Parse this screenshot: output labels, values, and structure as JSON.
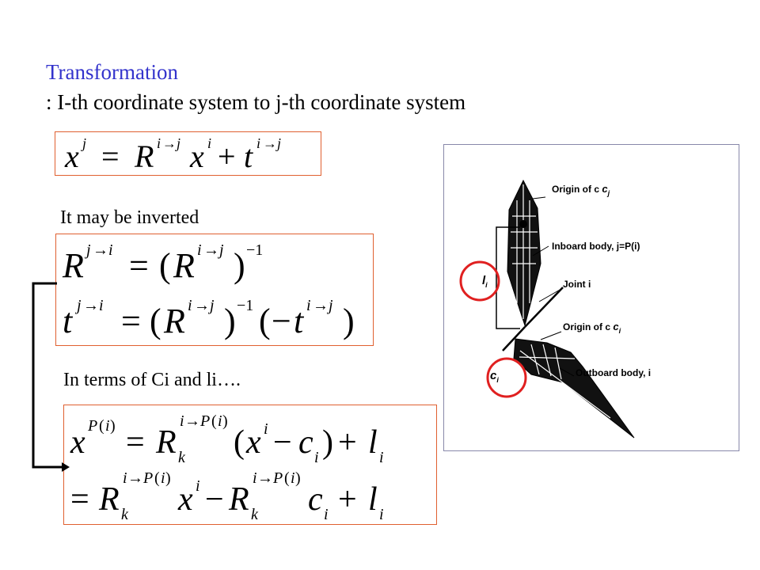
{
  "title": "Transformation",
  "subtitle": ": I-th coordinate system to j-th coordinate system",
  "label_inverted": "It may be inverted",
  "label_terms": "In terms of Ci and li….",
  "figure": {
    "origin_cj": "Origin of c",
    "origin_cj_sub": "j",
    "inboard": "Inboard body, j=P(i)",
    "joint": "Joint i",
    "origin_ci": "Origin of c",
    "origin_ci_sub": "i",
    "outboard": "Outboard body, i",
    "li_label": "l",
    "li_sub": "i",
    "ci_label": "c",
    "ci_sub": "i"
  },
  "colors": {
    "title": "#3333cc",
    "box_border": "#e06030",
    "highlight_circle": "#e02020"
  }
}
